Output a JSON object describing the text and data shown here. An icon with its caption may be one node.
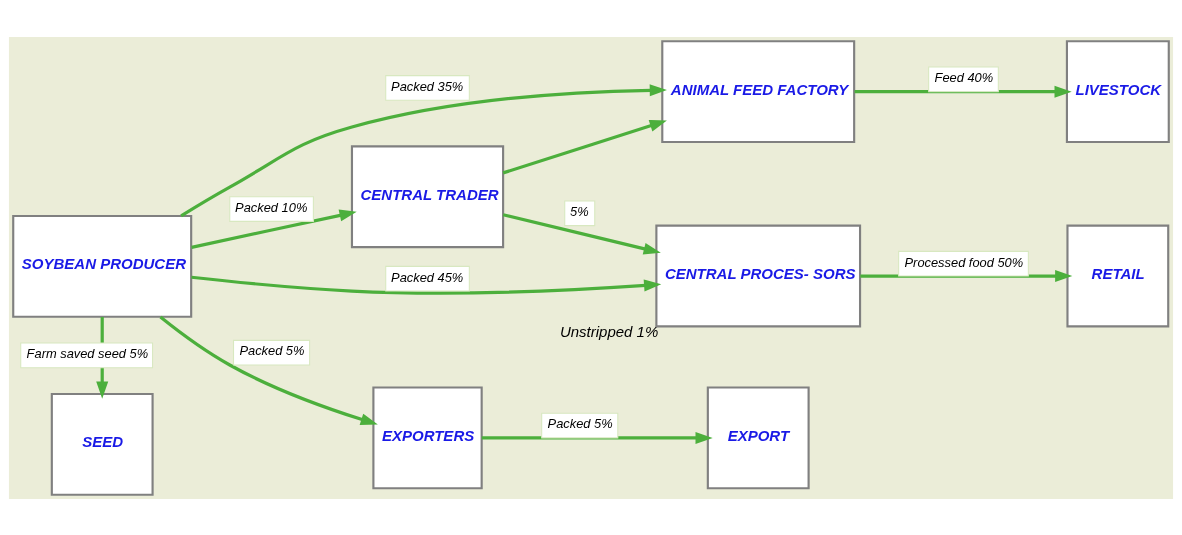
{
  "diagram": {
    "nodes": [
      {
        "text": [
          "SEED"
        ]
      },
      {
        "text": [
          "SOYBEAN PRODUCER"
        ]
      },
      {
        "text": [
          "CENTRAL TRADER"
        ]
      },
      {
        "text": [
          "CENTRAL PROCES- SORS"
        ],
        "beside": [
          "Unstripped 1%"
        ]
      },
      {
        "text": [
          "ANIMAL FEED FACTORY"
        ]
      },
      {
        "text": [
          "EXPORTERS"
        ]
      },
      {
        "text": [
          "RETAIL"
        ]
      },
      {
        "text": [
          "LIVESTOCK"
        ]
      },
      {
        "text": [
          "EXPORT"
        ]
      }
    ],
    "edges": [
      {
        "from": 1,
        "to": 0,
        "arrow": "to",
        "label": "Farm saved seed 5%"
      },
      {
        "from": 1,
        "to": 2,
        "arrow": "to",
        "label": "Packed 10%"
      },
      {
        "from": 2,
        "to": 3,
        "arrow": "to",
        "label": "5%"
      },
      {
        "from": 1,
        "to": 3,
        "arrow": "to",
        "label": "Packed 45%"
      },
      {
        "from": 2,
        "to": 4,
        "arrow": "to"
      },
      {
        "from": 1,
        "to": 4,
        "arrow": "to",
        "label": "Packed 35%"
      },
      {
        "from": 1,
        "to": 5,
        "arrow": "to",
        "label": "Packed 5%"
      },
      {
        "from": 3,
        "to": 6,
        "arrow": "to",
        "label": "Processed food 50%"
      },
      {
        "from": 4,
        "to": 7,
        "arrow": "to",
        "label": "Feed 40%"
      },
      {
        "from": 5,
        "to": 8,
        "arrow": "to",
        "label": "Packed 5%"
      }
    ]
  }
}
